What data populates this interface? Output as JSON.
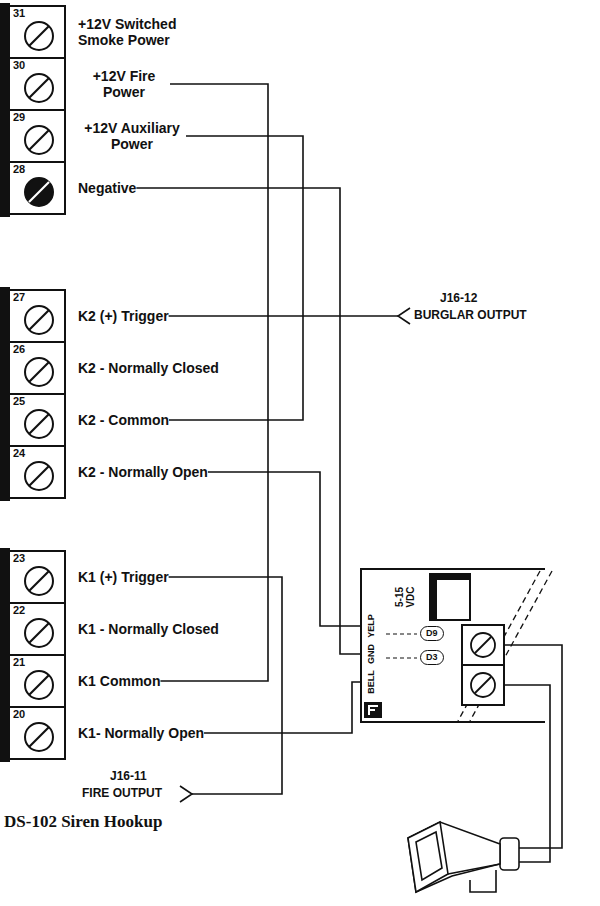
{
  "diagram": {
    "title": "DS-102 Siren Hookup",
    "nodes": [
      {
        "text": [
          "31",
          "+12V Switched Smoke Power"
        ]
      },
      {
        "text": [
          "30",
          "+12V Fire Power"
        ]
      },
      {
        "text": [
          "29",
          "+12V Auxiliary Power"
        ]
      },
      {
        "text": [
          "28",
          "Negative"
        ]
      },
      {
        "text": [
          "27",
          "K2 (+) Trigger"
        ]
      },
      {
        "text": [
          "26",
          "K2 - Normally Closed"
        ]
      },
      {
        "text": [
          "25",
          "K2 - Common"
        ]
      },
      {
        "text": [
          "24",
          "K2 - Normally Open"
        ]
      },
      {
        "text": [
          "23",
          "K1 (+) Trigger"
        ]
      },
      {
        "text": [
          "22",
          "K1 - Normally Closed"
        ]
      },
      {
        "text": [
          "21",
          "K1 Common"
        ]
      },
      {
        "text": [
          "20",
          "K1- Normally Open"
        ]
      },
      {
        "text": [
          "5-15 VDC",
          "YELP",
          "GND",
          "BELL"
        ]
      },
      {
        "text": [
          "D9"
        ],
        "in": 12
      },
      {
        "text": [
          "D3"
        ],
        "in": 12
      }
    ],
    "edges": [
      {
        "from": 1,
        "to": 10,
        "arrow": "none"
      },
      {
        "from": 2,
        "to": 6,
        "arrow": "none"
      },
      {
        "from": 3,
        "to": 12,
        "arrow": "none"
      },
      {
        "from": 7,
        "to": 12,
        "arrow": "none"
      },
      {
        "from": 11,
        "to": 12,
        "arrow": "none"
      }
    ],
    "labels": [
      "J16-12",
      "BURGLAR OUTPUT",
      "J16-11",
      "FIRE OUTPUT"
    ]
  }
}
